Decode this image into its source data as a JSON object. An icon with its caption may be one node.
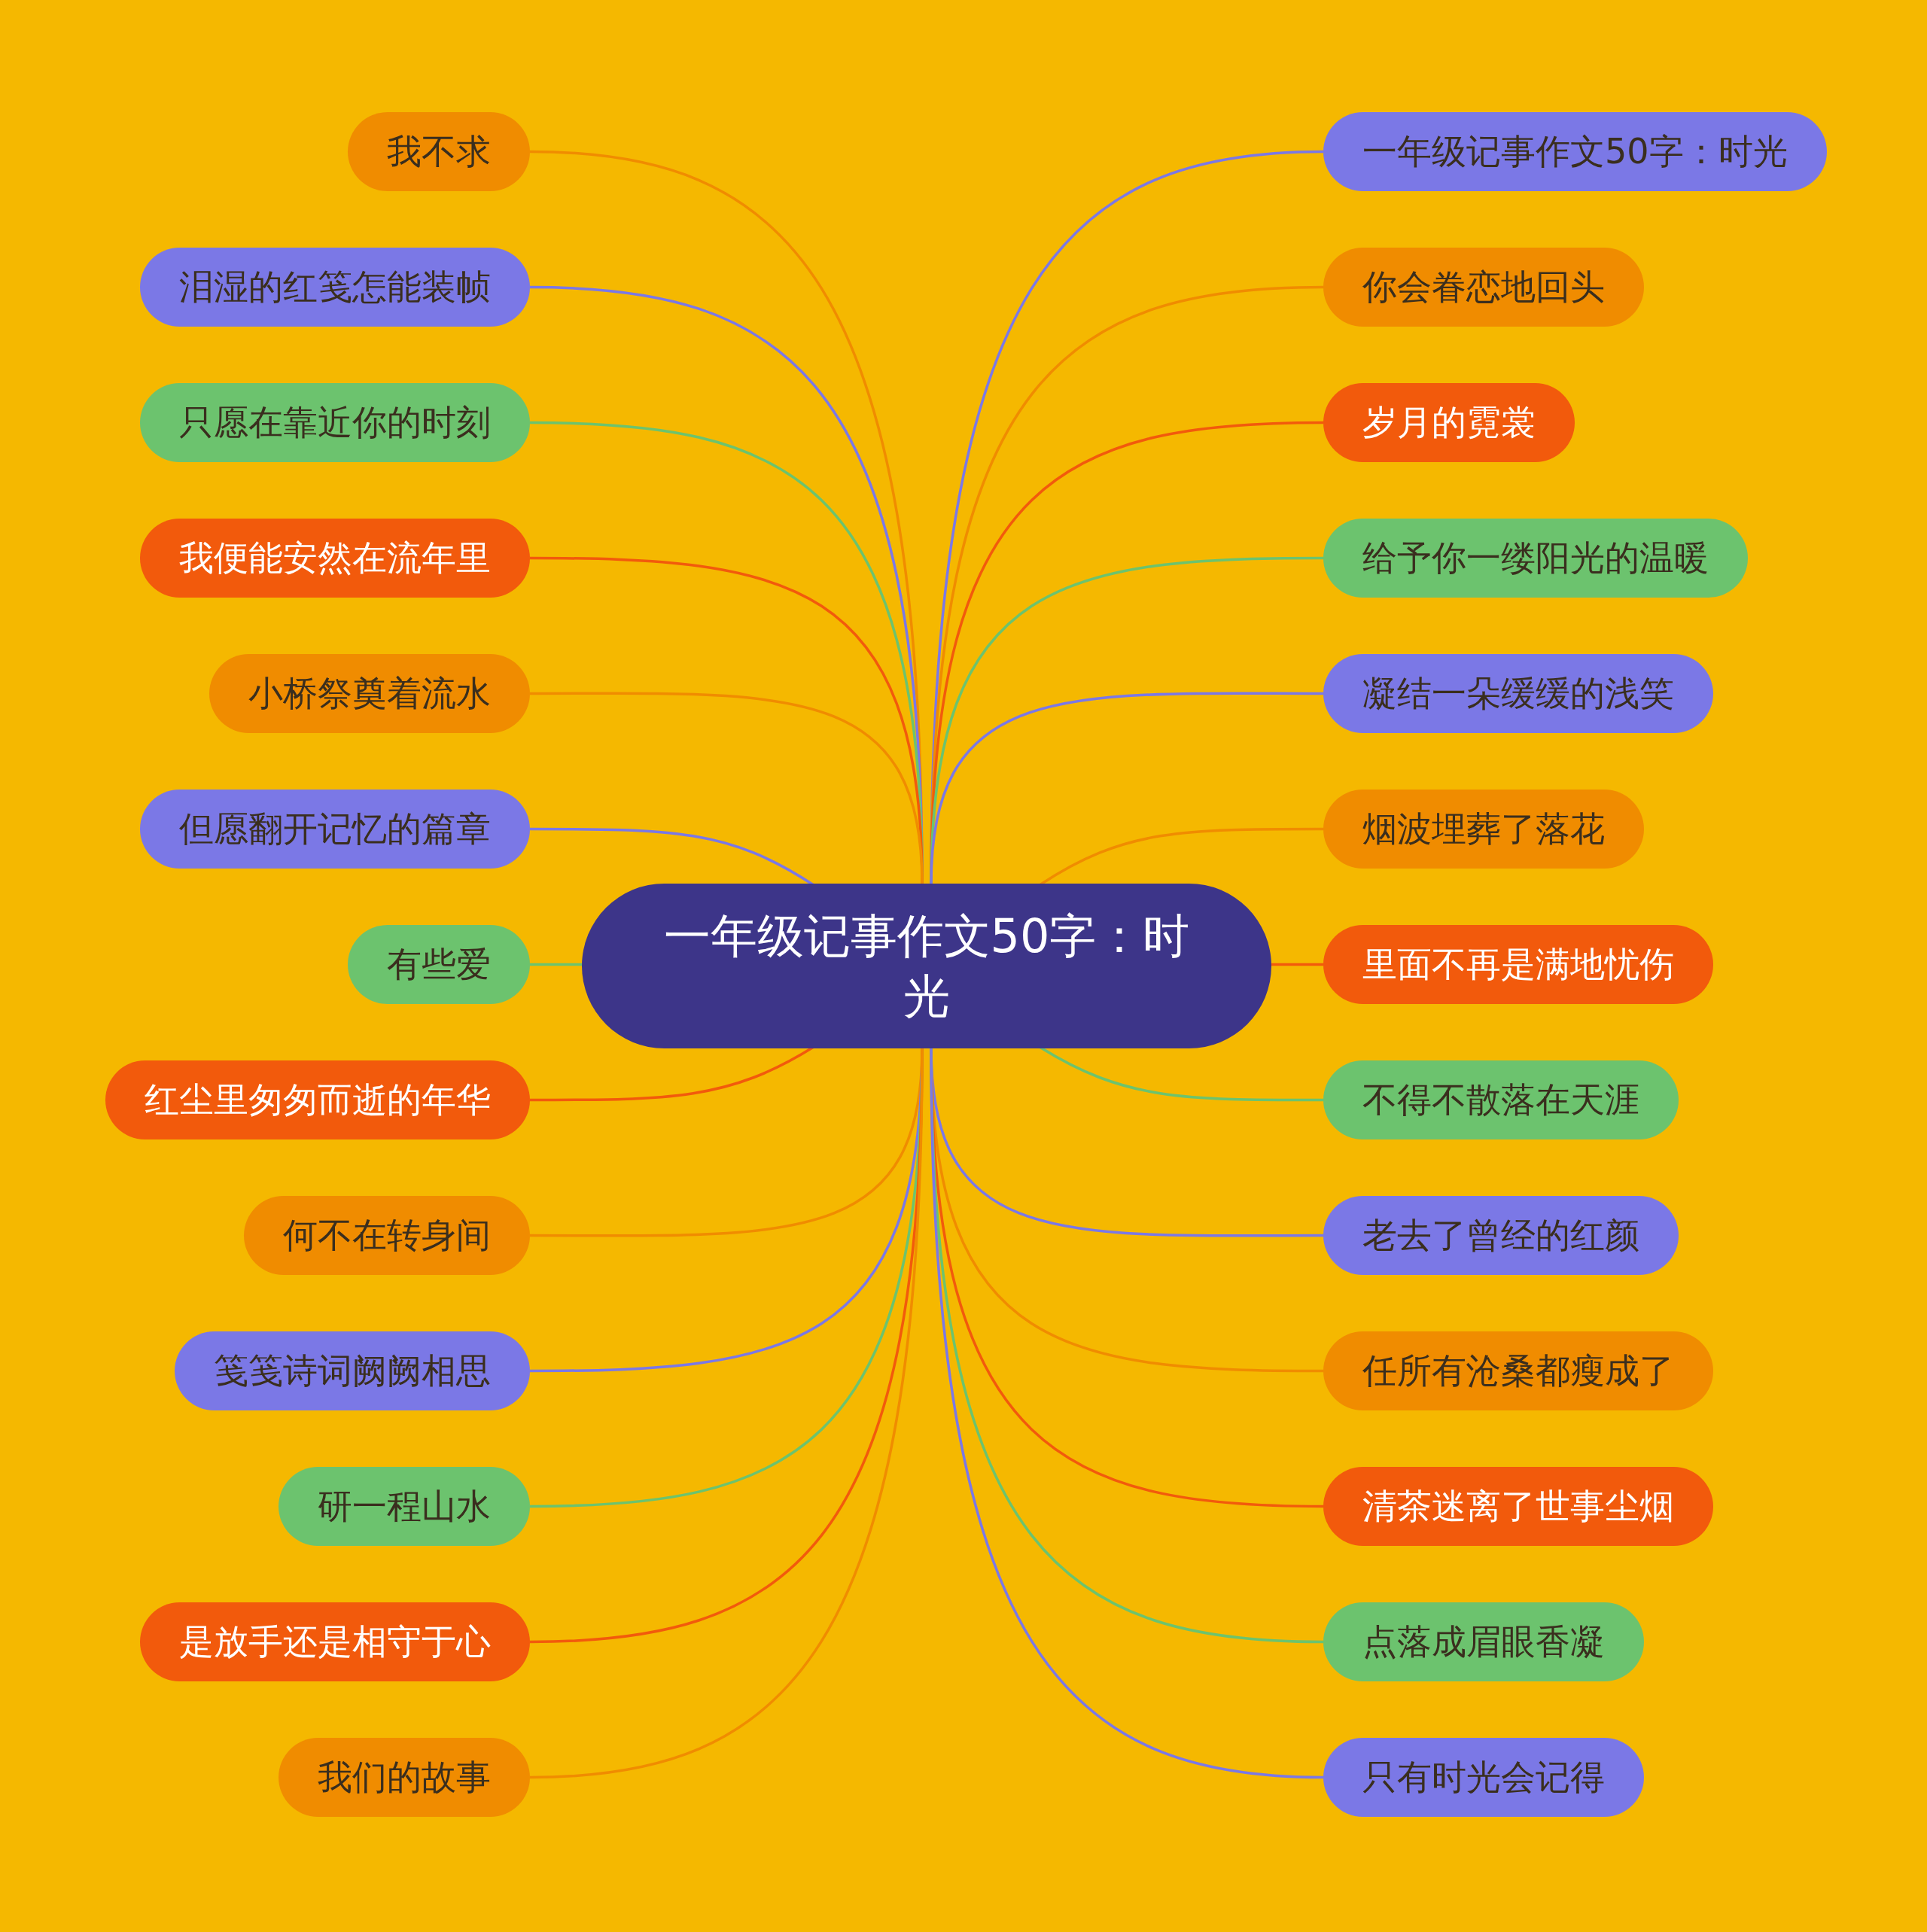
{
  "diagram": {
    "nodes": [
      {
        "text": [
          "一年级记事作文50字：时光"
        ]
      },
      {
        "text": [
          "我不求"
        ]
      },
      {
        "text": [
          "泪湿的红笺怎能装帧"
        ]
      },
      {
        "text": [
          "只愿在靠近你的时刻"
        ]
      },
      {
        "text": [
          "我便能安然在流年里"
        ]
      },
      {
        "text": [
          "小桥祭奠着流水"
        ]
      },
      {
        "text": [
          "但愿翻开记忆的篇章"
        ]
      },
      {
        "text": [
          "有些爱"
        ]
      },
      {
        "text": [
          "红尘里匆匆而逝的年华"
        ]
      },
      {
        "text": [
          "何不在转身间"
        ]
      },
      {
        "text": [
          "笺笺诗词阙阙相思"
        ]
      },
      {
        "text": [
          "研一程山水"
        ]
      },
      {
        "text": [
          "是放手还是相守于心"
        ]
      },
      {
        "text": [
          "我们的故事"
        ]
      },
      {
        "text": [
          "一年级记事作文50字：时光"
        ]
      },
      {
        "text": [
          "你会眷恋地回头"
        ]
      },
      {
        "text": [
          "岁月的霓裳"
        ]
      },
      {
        "text": [
          "给予你一缕阳光的温暖"
        ]
      },
      {
        "text": [
          "凝结一朵缓缓的浅笑"
        ]
      },
      {
        "text": [
          "烟波埋葬了落花"
        ]
      },
      {
        "text": [
          "里面不再是满地忧伤"
        ]
      },
      {
        "text": [
          "不得不散落在天涯"
        ]
      },
      {
        "text": [
          "老去了曾经的红颜"
        ]
      },
      {
        "text": [
          "任所有沧桑都瘦成了"
        ]
      },
      {
        "text": [
          "清茶迷离了世事尘烟"
        ]
      },
      {
        "text": [
          "点落成眉眼香凝"
        ]
      },
      {
        "text": [
          "只有时光会记得"
        ]
      }
    ],
    "edges": [
      {
        "from": 0,
        "to": 1,
        "arrow": "none",
        "color": "#f08c00"
      },
      {
        "from": 0,
        "to": 2,
        "arrow": "none",
        "color": "#7b78e6"
      },
      {
        "from": 0,
        "to": 3,
        "arrow": "none",
        "color": "#6cc36e"
      },
      {
        "from": 0,
        "to": 4,
        "arrow": "none",
        "color": "#f25a0c"
      },
      {
        "from": 0,
        "to": 5,
        "arrow": "none",
        "color": "#f08c00"
      },
      {
        "from": 0,
        "to": 6,
        "arrow": "none",
        "color": "#7b78e6"
      },
      {
        "from": 0,
        "to": 7,
        "arrow": "none",
        "color": "#6cc36e"
      },
      {
        "from": 0,
        "to": 8,
        "arrow": "none",
        "color": "#f25a0c"
      },
      {
        "from": 0,
        "to": 9,
        "arrow": "none",
        "color": "#f08c00"
      },
      {
        "from": 0,
        "to": 10,
        "arrow": "none",
        "color": "#7b78e6"
      },
      {
        "from": 0,
        "to": 11,
        "arrow": "none",
        "color": "#6cc36e"
      },
      {
        "from": 0,
        "to": 12,
        "arrow": "none",
        "color": "#f25a0c"
      },
      {
        "from": 0,
        "to": 13,
        "arrow": "none",
        "color": "#f08c00"
      },
      {
        "from": 0,
        "to": 14,
        "arrow": "none",
        "color": "#7b78e6"
      },
      {
        "from": 0,
        "to": 15,
        "arrow": "none",
        "color": "#f08c00"
      },
      {
        "from": 0,
        "to": 16,
        "arrow": "none",
        "color": "#f25a0c"
      },
      {
        "from": 0,
        "to": 17,
        "arrow": "none",
        "color": "#6cc36e"
      },
      {
        "from": 0,
        "to": 18,
        "arrow": "none",
        "color": "#7b78e6"
      },
      {
        "from": 0,
        "to": 19,
        "arrow": "none",
        "color": "#f08c00"
      },
      {
        "from": 0,
        "to": 20,
        "arrow": "none",
        "color": "#f25a0c"
      },
      {
        "from": 0,
        "to": 21,
        "arrow": "none",
        "color": "#6cc36e"
      },
      {
        "from": 0,
        "to": 22,
        "arrow": "none",
        "color": "#7b78e6"
      },
      {
        "from": 0,
        "to": 23,
        "arrow": "none",
        "color": "#f08c00"
      },
      {
        "from": 0,
        "to": 24,
        "arrow": "none",
        "color": "#f25a0c"
      },
      {
        "from": 0,
        "to": 25,
        "arrow": "none",
        "color": "#6cc36e"
      },
      {
        "from": 0,
        "to": 26,
        "arrow": "none",
        "color": "#7b78e6"
      }
    ]
  }
}
